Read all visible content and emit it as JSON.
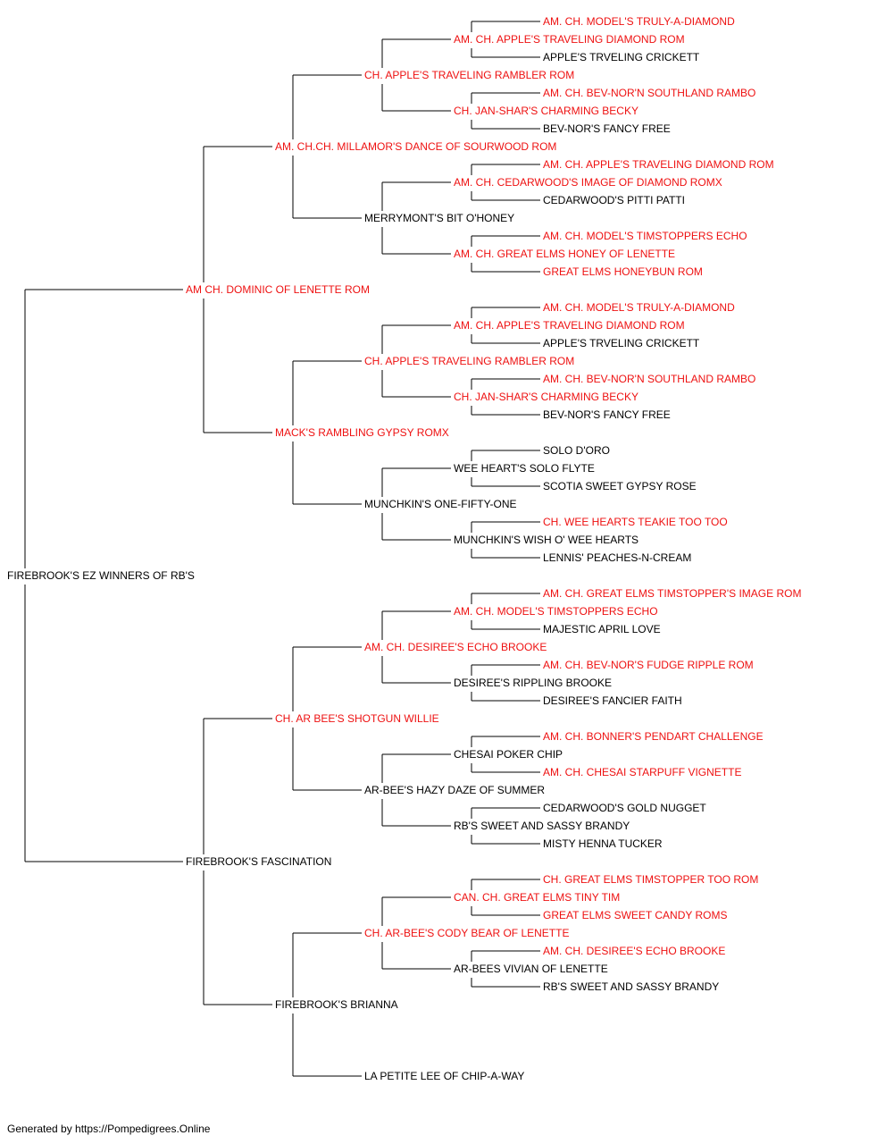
{
  "colors": {
    "champion": "#ee1111",
    "regular": "#000000",
    "line": "#000000"
  },
  "pedigree": {
    "name": "FIREBROOK'S EZ WINNERS OF RB'S",
    "champion": false,
    "sire": {
      "name": "AM CH. DOMINIC OF LENETTE ROM",
      "champion": true,
      "sire": {
        "name": "AM. CH.CH. MILLAMOR'S DANCE OF SOURWOOD ROM",
        "champion": true,
        "sire": {
          "name": "CH. APPLE'S TRAVELING RAMBLER ROM",
          "champion": true,
          "sire": {
            "name": "AM. CH. APPLE'S TRAVELING DIAMOND ROM",
            "champion": true,
            "sire": {
              "name": "AM. CH. MODEL'S TRULY-A-DIAMOND",
              "champion": true
            },
            "dam": {
              "name": "APPLE'S TRVELING CRICKETT",
              "champion": false
            }
          },
          "dam": {
            "name": "CH. JAN-SHAR'S CHARMING BECKY",
            "champion": true,
            "sire": {
              "name": "AM. CH. BEV-NOR'N SOUTHLAND RAMBO",
              "champion": true
            },
            "dam": {
              "name": "BEV-NOR'S FANCY FREE",
              "champion": false
            }
          }
        },
        "dam": {
          "name": "MERRYMONT'S BIT O'HONEY",
          "champion": false,
          "sire": {
            "name": "AM. CH. CEDARWOOD'S IMAGE OF DIAMOND ROMX",
            "champion": true,
            "sire": {
              "name": "AM. CH. APPLE'S TRAVELING DIAMOND ROM",
              "champion": true
            },
            "dam": {
              "name": "CEDARWOOD'S PITTI PATTI",
              "champion": false
            }
          },
          "dam": {
            "name": "AM. CH. GREAT ELMS HONEY OF LENETTE",
            "champion": true,
            "sire": {
              "name": "AM. CH. MODEL'S TIMSTOPPERS ECHO",
              "champion": true
            },
            "dam": {
              "name": "GREAT ELMS HONEYBUN ROM",
              "champion": true
            }
          }
        }
      },
      "dam": {
        "name": "MACK'S RAMBLING GYPSY ROMX",
        "champion": true,
        "sire": {
          "name": "CH. APPLE'S TRAVELING RAMBLER ROM",
          "champion": true,
          "sire": {
            "name": "AM. CH. APPLE'S TRAVELING DIAMOND ROM",
            "champion": true,
            "sire": {
              "name": "AM. CH. MODEL'S TRULY-A-DIAMOND",
              "champion": true
            },
            "dam": {
              "name": "APPLE'S TRVELING CRICKETT",
              "champion": false
            }
          },
          "dam": {
            "name": "CH. JAN-SHAR'S CHARMING BECKY",
            "champion": true,
            "sire": {
              "name": "AM. CH. BEV-NOR'N SOUTHLAND RAMBO",
              "champion": true
            },
            "dam": {
              "name": "BEV-NOR'S FANCY FREE",
              "champion": false
            }
          }
        },
        "dam": {
          "name": "MUNCHKIN'S ONE-FIFTY-ONE",
          "champion": false,
          "sire": {
            "name": "WEE HEART'S SOLO FLYTE",
            "champion": false,
            "sire": {
              "name": "SOLO D'ORO",
              "champion": false
            },
            "dam": {
              "name": "SCOTIA SWEET GYPSY ROSE",
              "champion": false
            }
          },
          "dam": {
            "name": "MUNCHKIN'S WISH O' WEE HEARTS",
            "champion": false,
            "sire": {
              "name": "CH. WEE HEARTS TEAKIE TOO TOO",
              "champion": true
            },
            "dam": {
              "name": "LENNIS' PEACHES-N-CREAM",
              "champion": false
            }
          }
        }
      }
    },
    "dam": {
      "name": "FIREBROOK'S FASCINATION",
      "champion": false,
      "sire": {
        "name": "CH. AR BEE'S SHOTGUN WILLIE",
        "champion": true,
        "sire": {
          "name": "AM. CH. DESIREE'S ECHO BROOKE",
          "champion": true,
          "sire": {
            "name": "AM. CH. MODEL'S TIMSTOPPERS ECHO",
            "champion": true,
            "sire": {
              "name": "AM. CH. GREAT ELMS TIMSTOPPER'S IMAGE ROM",
              "champion": true
            },
            "dam": {
              "name": "MAJESTIC APRIL LOVE",
              "champion": false
            }
          },
          "dam": {
            "name": "DESIREE'S RIPPLING BROOKE",
            "champion": false,
            "sire": {
              "name": "AM. CH. BEV-NOR'S FUDGE RIPPLE ROM",
              "champion": true
            },
            "dam": {
              "name": "DESIREE'S FANCIER FAITH",
              "champion": false
            }
          }
        },
        "dam": {
          "name": "AR-BEE'S HAZY DAZE OF SUMMER",
          "champion": false,
          "sire": {
            "name": "CHESAI POKER CHIP",
            "champion": false,
            "sire": {
              "name": "AM. CH. BONNER'S PENDART CHALLENGE",
              "champion": true
            },
            "dam": {
              "name": "AM. CH. CHESAI STARPUFF VIGNETTE",
              "champion": true
            }
          },
          "dam": {
            "name": "RB'S SWEET AND SASSY BRANDY",
            "champion": false,
            "sire": {
              "name": "CEDARWOOD'S GOLD NUGGET",
              "champion": false
            },
            "dam": {
              "name": "MISTY HENNA TUCKER",
              "champion": false
            }
          }
        }
      },
      "dam": {
        "name": "FIREBROOK'S BRIANNA",
        "champion": false,
        "sire": {
          "name": "CH. AR-BEE'S CODY BEAR OF LENETTE",
          "champion": true,
          "sire": {
            "name": "CAN. CH. GREAT ELMS TINY TIM",
            "champion": true,
            "sire": {
              "name": "CH. GREAT ELMS TIMSTOPPER TOO ROM",
              "champion": true
            },
            "dam": {
              "name": "GREAT ELMS SWEET CANDY ROMS",
              "champion": true
            }
          },
          "dam": {
            "name": "AR-BEES VIVIAN OF LENETTE",
            "champion": false,
            "sire": {
              "name": "AM. CH. DESIREE'S ECHO BROOKE",
              "champion": true
            },
            "dam": {
              "name": "RB'S SWEET AND SASSY BRANDY",
              "champion": false
            }
          }
        },
        "dam": {
          "name": "LA PETITE LEE OF CHIP-A-WAY",
          "champion": false
        }
      }
    }
  },
  "footer": {
    "text": "Generated by https://Pompedigrees.Online"
  }
}
